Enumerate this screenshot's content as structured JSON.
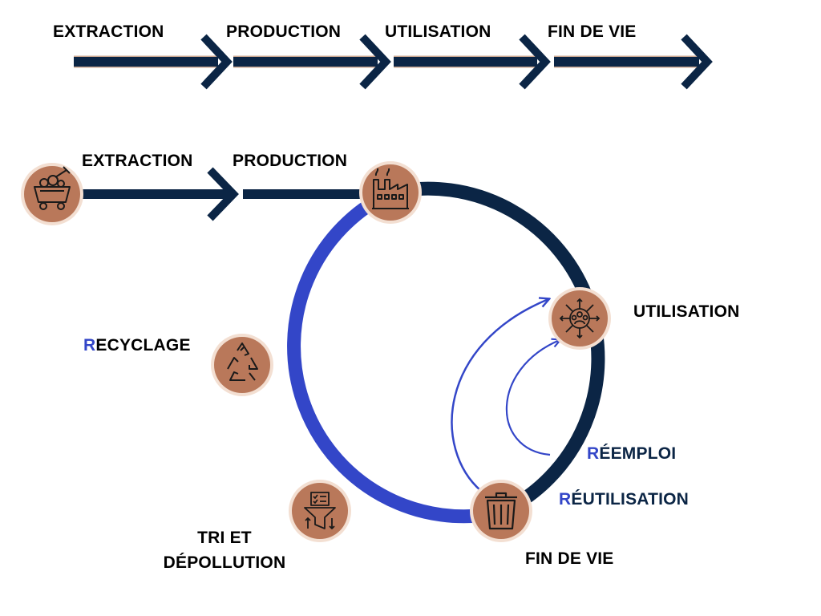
{
  "colors": {
    "navy": "#0b2545",
    "blue": "#3346c8",
    "copper": "#b9785a",
    "copper_ring": "#f3dfd2",
    "icon_stroke": "#1a1a1a"
  },
  "linear": {
    "steps": [
      "EXTRACTION",
      "PRODUCTION",
      "UTILISATION",
      "FIN DE VIE"
    ]
  },
  "circular": {
    "extraction": "EXTRACTION",
    "production": "PRODUCTION",
    "utilisation": "UTILISATION",
    "recyclage": {
      "first": "R",
      "rest": "ECYCLAGE"
    },
    "tri_line1": "TRI ET",
    "tri_line2": "DÉPOLLUTION",
    "fin_de_vie": "FIN DE VIE",
    "reemploi": {
      "first": "R",
      "rest": "ÉEMPLOI"
    },
    "reutilisation": {
      "first": "R",
      "rest": "ÉUTILISATION"
    }
  },
  "icons": {
    "extraction": "mining-cart-icon",
    "production": "factory-icon",
    "utilisation": "people-network-icon",
    "recyclage": "recycle-icon",
    "tri": "filter-sorting-icon",
    "fin_de_vie": "trash-bin-icon"
  }
}
